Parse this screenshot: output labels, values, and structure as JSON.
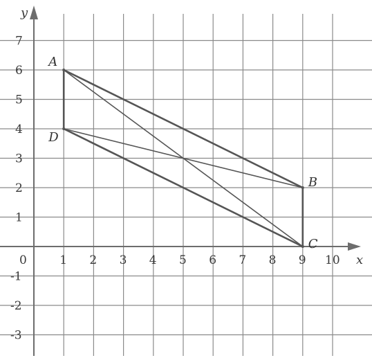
{
  "chart_data": {
    "type": "scatter",
    "xlabel": "x",
    "ylabel": "y",
    "xlim": [
      0,
      10
    ],
    "ylim": [
      -3,
      7
    ],
    "x_ticks": [
      "0",
      "1",
      "2",
      "3",
      "4",
      "5",
      "6",
      "7",
      "8",
      "9",
      "10"
    ],
    "y_ticks": [
      "7",
      "6",
      "5",
      "4",
      "3",
      "2",
      "1",
      "-1",
      "-2",
      "-3"
    ],
    "grid": true,
    "points": [
      {
        "label": "A",
        "x": 1,
        "y": 6
      },
      {
        "label": "B",
        "x": 9,
        "y": 2
      },
      {
        "label": "C",
        "x": 9,
        "y": 0
      },
      {
        "label": "D",
        "x": 1,
        "y": 4
      }
    ],
    "segments": [
      {
        "from": "A",
        "to": "B",
        "weight": "thick"
      },
      {
        "from": "B",
        "to": "C",
        "weight": "thick"
      },
      {
        "from": "C",
        "to": "D",
        "weight": "thick"
      },
      {
        "from": "D",
        "to": "A",
        "weight": "thick"
      },
      {
        "from": "A",
        "to": "C",
        "weight": "thin"
      },
      {
        "from": "D",
        "to": "B",
        "weight": "thin"
      }
    ],
    "colors": {
      "line": "#555555",
      "grid": "#8a8a8a",
      "axis": "#6d6d6d"
    }
  }
}
